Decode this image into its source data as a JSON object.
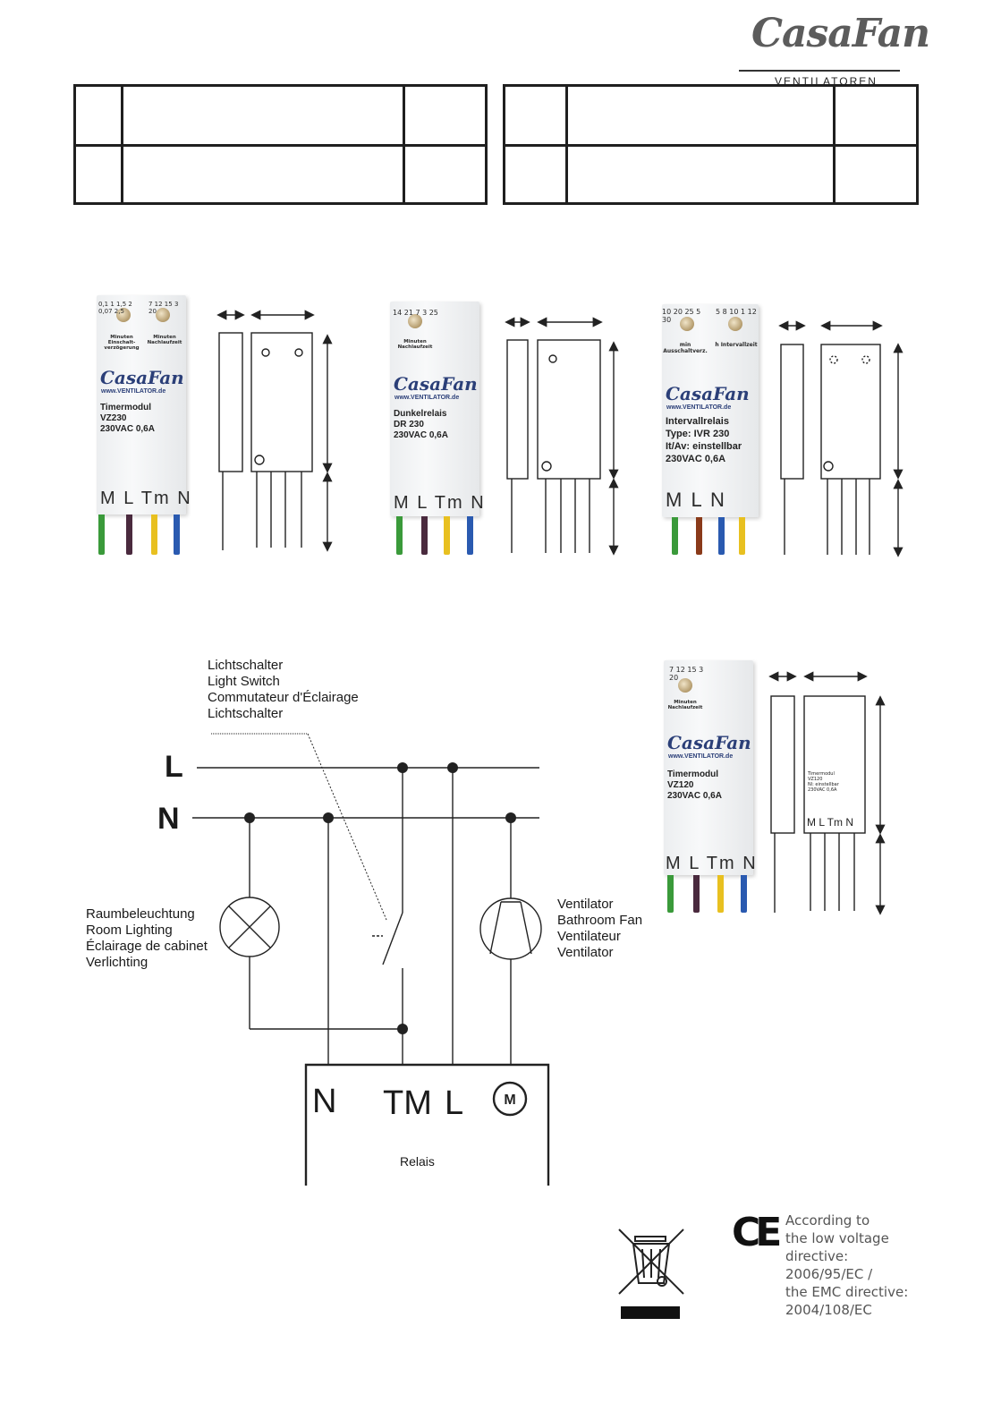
{
  "brand": {
    "logo_text": "CasaFan",
    "logo_subtext": "VENTILATOREN"
  },
  "devices": [
    {
      "dial1_values": "0,1 1 1,5 2 0,07 2,5",
      "dial1_label": "Minuten Einschalt-verzögerung",
      "dial2_values": "7 12 15 3 20",
      "dial2_label": "Minuten Nachlaufzeit",
      "brand": "CasaFan",
      "url": "www.VENTILATOR.de",
      "product": "Timermodul\nVZ230\n230VAC 0,6A",
      "terminals": "M L Tm N"
    },
    {
      "dial1_values": "14 21 7 3 25",
      "dial1_label": "Minuten Nachlaufzeit",
      "brand": "CasaFan",
      "url": "www.VENTILATOR.de",
      "product": "Dunkelrelais\nDR 230\n230VAC 0,6A",
      "terminals": "M L Tm N"
    },
    {
      "dial1_values": "10 20 25 5 30",
      "dial1_label": "min Ausschaltverz.",
      "dial2_values": "5 8 10 1 12",
      "dial2_label": "h Intervallzeit",
      "brand": "CasaFan",
      "url": "www.VENTILATOR.de",
      "product": "Intervallrelais\nType: IVR 230\nIt/Av: einstellbar\n230VAC 0,6A",
      "terminals": "M L N"
    },
    {
      "dial1_values": "7 12 15 3 20",
      "dial1_label": "Minuten Nachlaufzeit",
      "brand": "CasaFan",
      "url": "www.VENTILATOR.de",
      "product": "Timermodul\nVZ120\n230VAC 0,6A",
      "terminals": "M L Tm N",
      "drawing_text": "Timermodul\nVZ120\nNl: einstellbar\n230VAC 0,6A",
      "drawing_terminals": "M L Tm N"
    }
  ],
  "diagram": {
    "line_L": "L",
    "line_N": "N",
    "switch_label": [
      "Lichtschalter",
      "Light Switch",
      "Commutateur d'Éclairage",
      "Lichtschalter"
    ],
    "lamp_label": [
      "Raumbeleuchtung",
      "Room Lighting",
      "Éclairage de cabinet",
      "Verlichting"
    ],
    "fan_label": [
      "Ventilator",
      "Bathroom Fan",
      "Ventilateur",
      "Ventilator"
    ],
    "relay_terminals": [
      "N",
      "TM",
      "L",
      "M"
    ],
    "relay_label": "Relais"
  },
  "compliance": {
    "ce_mark": "CE",
    "lines": [
      "According to",
      "the low voltage",
      "directive:",
      "2006/95/EC /",
      "the EMC directive:",
      "2004/108/EC"
    ]
  }
}
